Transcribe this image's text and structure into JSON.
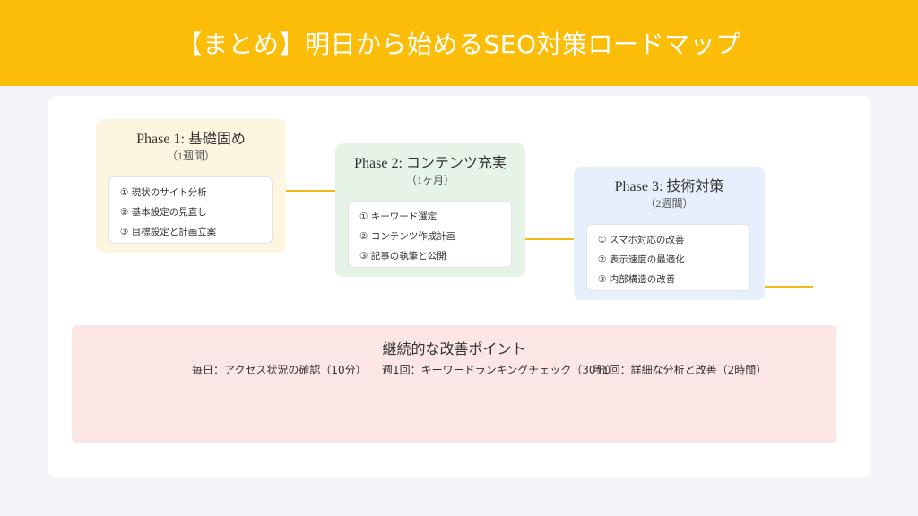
{
  "header": {
    "title": "【まとめ】明日から始めるSEO対策ロードマップ"
  },
  "phases": [
    {
      "title": "Phase 1: 基礎固め",
      "duration": "（1週間）",
      "tasks": [
        "① 現状のサイト分析",
        "② 基本設定の見直し",
        "③ 目標設定と計画立案"
      ]
    },
    {
      "title": "Phase 2: コンテンツ充実",
      "duration": "（1ヶ月）",
      "tasks": [
        "① キーワード選定",
        "② コンテンツ作成計画",
        "③ 記事の執筆と公開"
      ]
    },
    {
      "title": "Phase 3: 技術対策",
      "duration": "（2週間）",
      "tasks": [
        "① スマホ対応の改善",
        "② 表示速度の最適化",
        "③ 内部構造の改善"
      ]
    }
  ],
  "improvement": {
    "title": "継続的な改善ポイント",
    "points": [
      "毎日：アクセス状況の確認（10分）",
      "週1回：キーワードランキングチェック（30分）",
      "月1回：詳細な分析と改善（2時間）"
    ]
  },
  "colors": {
    "header_bg": "#fbbd08",
    "phase1_bg": "#fdf5df",
    "phase2_bg": "#e6f3e7",
    "phase3_bg": "#e7effc",
    "improvement_bg": "#fbe5e5",
    "connector": "#f2b712"
  }
}
